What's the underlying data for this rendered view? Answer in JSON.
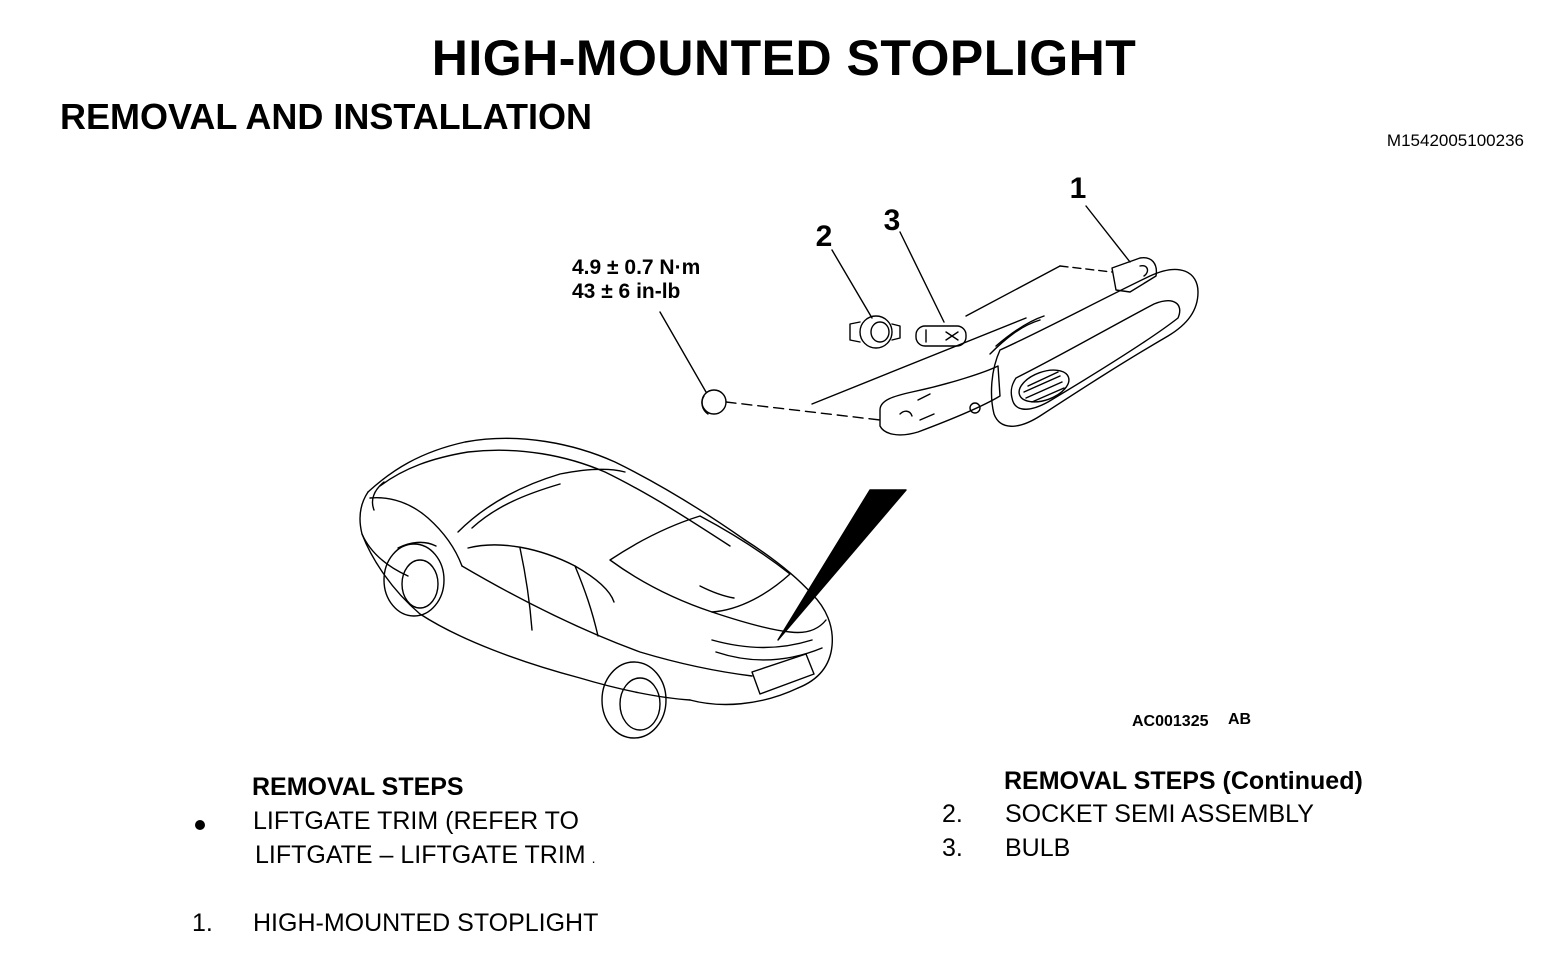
{
  "page": {
    "title": "HIGH-MOUNTED STOPLIGHT",
    "section_title": "REMOVAL AND INSTALLATION",
    "doc_code": "M1542005100236"
  },
  "illustration": {
    "callouts": [
      "1",
      "2",
      "3"
    ],
    "torque_metric": "4.9 ± 0.7 N·m",
    "torque_imperial": "43 ± 6 in-lb",
    "figure_id": "AC001325",
    "figure_suffix": "AB"
  },
  "removal_steps": {
    "heading": "REMOVAL STEPS",
    "pre_step": {
      "line1": "LIFTGATE TRIM (REFER TO",
      "line2": "LIFTGATE – LIFTGATE TRIM",
      "tail": "."
    },
    "steps": [
      {
        "number": "1.",
        "text": "HIGH-MOUNTED STOPLIGHT"
      }
    ]
  },
  "removal_steps_continued": {
    "heading": "REMOVAL STEPS (Continued)",
    "steps": [
      {
        "number": "2.",
        "text": "SOCKET SEMI ASSEMBLY"
      },
      {
        "number": "3.",
        "text": "BULB"
      }
    ]
  }
}
